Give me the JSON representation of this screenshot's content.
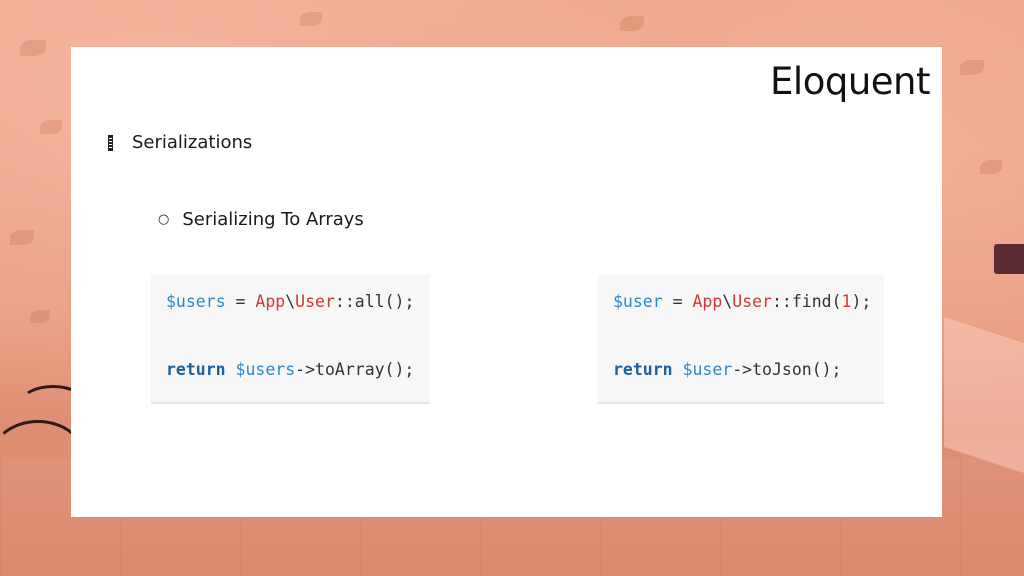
{
  "slide": {
    "title": "Eloquent",
    "bullets": [
      {
        "text": "Serializations",
        "children": [
          {
            "text": "Serializing To Arrays"
          }
        ]
      }
    ]
  },
  "code_blocks": [
    {
      "lines": [
        [
          {
            "t": "$users",
            "k": "var"
          },
          {
            "t": " = ",
            "k": "plain"
          },
          {
            "t": "App",
            "k": "cls"
          },
          {
            "t": "\\",
            "k": "plain"
          },
          {
            "t": "User",
            "k": "cls"
          },
          {
            "t": "::all();",
            "k": "plain"
          }
        ],
        [
          {
            "t": "return",
            "k": "kw"
          },
          {
            "t": " ",
            "k": "plain"
          },
          {
            "t": "$users",
            "k": "var"
          },
          {
            "t": "->toArray();",
            "k": "plain"
          }
        ]
      ]
    },
    {
      "lines": [
        [
          {
            "t": "$user",
            "k": "var"
          },
          {
            "t": " = ",
            "k": "plain"
          },
          {
            "t": "App",
            "k": "cls"
          },
          {
            "t": "\\",
            "k": "plain"
          },
          {
            "t": "User",
            "k": "cls"
          },
          {
            "t": "::find(",
            "k": "plain"
          },
          {
            "t": "1",
            "k": "num"
          },
          {
            "t": ");",
            "k": "plain"
          }
        ],
        [
          {
            "t": "return",
            "k": "kw"
          },
          {
            "t": " ",
            "k": "plain"
          },
          {
            "t": "$user",
            "k": "var"
          },
          {
            "t": "->toJson();",
            "k": "plain"
          }
        ]
      ]
    }
  ],
  "colors": {
    "variable": "#2f88c4",
    "class": "#cf3a36",
    "keyword": "#1f5f9e",
    "code_bg": "#f7f7f7",
    "slide_bg": "#ffffff",
    "background": "#e8957a"
  },
  "icons": {
    "bullet_level_1": "square-bullet-icon",
    "bullet_level_2": "hollow-circle-bullet-icon"
  }
}
